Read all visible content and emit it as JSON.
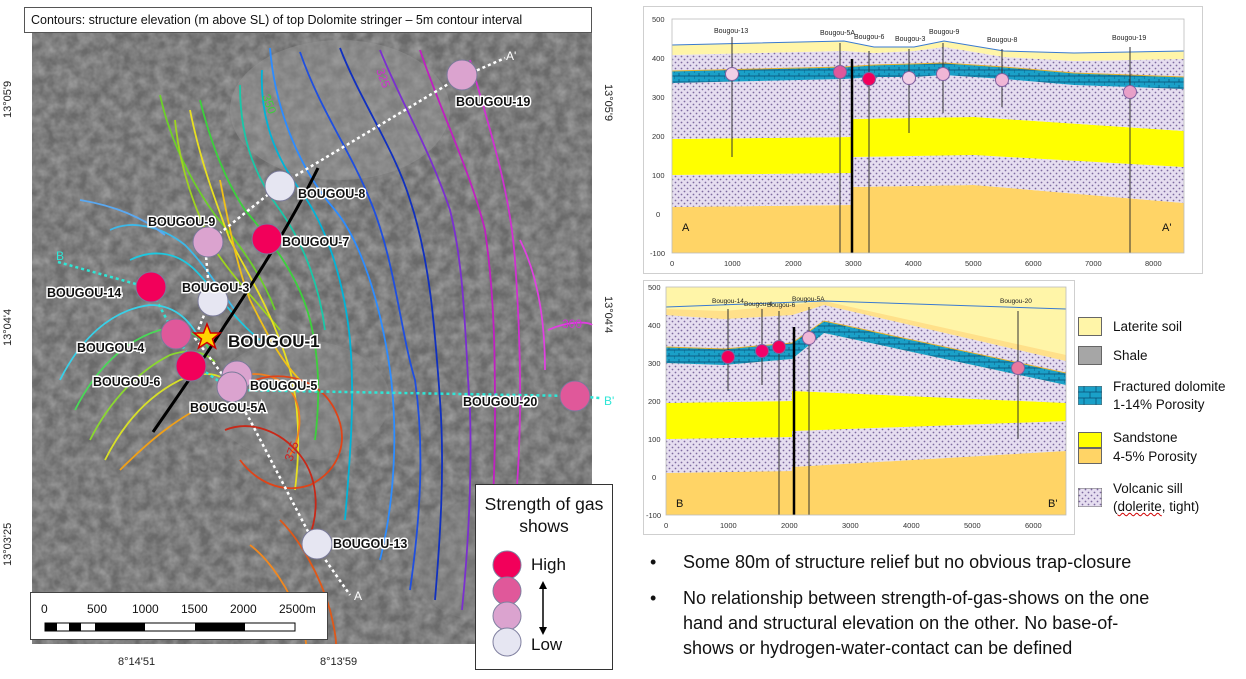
{
  "map": {
    "title": "Contours: structure elevation (m above SL) of top Dolomite stringer – 5m contour interval",
    "lat_labels_left": [
      "13°05'9",
      "13°04'4",
      "13°03'25"
    ],
    "lat_labels_right": [
      "13°05'9",
      "13°04'4"
    ],
    "lon_labels": [
      "8°14'51",
      "8°13'59"
    ],
    "contour_labels": [
      "325",
      "350",
      "300",
      "375"
    ],
    "section_markers": [
      "A'",
      "B",
      "B'",
      "A"
    ],
    "main_well": "BOUGOU-1",
    "wells": [
      {
        "name": "BOUGOU-19",
        "strength": "medium-low"
      },
      {
        "name": "BOUGOU-8",
        "strength": "low"
      },
      {
        "name": "BOUGOU-9",
        "strength": "medium-low"
      },
      {
        "name": "BOUGOU-7",
        "strength": "high"
      },
      {
        "name": "BOUGOU-14",
        "strength": "high"
      },
      {
        "name": "BOUGOU-3",
        "strength": "low"
      },
      {
        "name": "BOUGOU-4",
        "strength": "medium-high"
      },
      {
        "name": "BOUGOU-6",
        "strength": "high"
      },
      {
        "name": "BOUGOU-5",
        "strength": "medium-low"
      },
      {
        "name": "BOUGOU-5A",
        "strength": "medium-low"
      },
      {
        "name": "BOUGOU-20",
        "strength": "medium-high"
      },
      {
        "name": "BOUGOU-13",
        "strength": "low"
      }
    ],
    "scale": {
      "ticks": [
        "0",
        "500",
        "1000",
        "1500",
        "2000",
        "2500m"
      ]
    },
    "legend": {
      "title": "Strength of gas shows",
      "high": "High",
      "low": "Low"
    }
  },
  "section_aa": {
    "y_ticks": [
      "500",
      "400",
      "300",
      "200",
      "100",
      "0",
      "-100"
    ],
    "x_ticks": [
      "0",
      "1000",
      "2000",
      "3000",
      "4000",
      "5000",
      "6000",
      "7000",
      "8000"
    ],
    "wells": [
      "Bougou-13",
      "Bougou-5A",
      "Bougou-6",
      "Bougou-3",
      "Bougou-9",
      "Bougou-8",
      "Bougou-19"
    ],
    "end_left": "A",
    "end_right": "A'"
  },
  "section_bb": {
    "y_ticks": [
      "500",
      "400",
      "300",
      "200",
      "100",
      "0",
      "-100"
    ],
    "x_ticks": [
      "0",
      "1000",
      "2000",
      "3000",
      "4000",
      "5000",
      "6000"
    ],
    "wells": [
      "Bougou-14",
      "Bougou-4",
      "Bougou-6",
      "Bougou-5A",
      "Bougou-20"
    ],
    "end_left": "B",
    "end_right": "B'"
  },
  "rock_legend": [
    {
      "line1": "Laterite soil",
      "line2": "",
      "color": "#fff5a8"
    },
    {
      "line1": "Shale",
      "line2": "",
      "color": "#a6a6a6"
    },
    {
      "line1": "Fractured dolomite",
      "line2": "1-14% Porosity",
      "color": "#1aa0c8"
    },
    {
      "line1": "Sandstone",
      "line2": "4-5% Porosity",
      "color": "#ffff00"
    },
    {
      "line1": "Volcanic sill",
      "line2_a": "(",
      "line2_b": "dolerite",
      "line2_c": ", tight)",
      "color": "#e4dcec"
    }
  ],
  "bullets": [
    {
      "line1": "Some 80m of structure relief but no obvious trap-closure"
    },
    {
      "line1": "No relationship between strength-of-gas-shows on the one",
      "line2": "hand and structural elevation on the other. No base-of-",
      "line3": "shows or hydrogen-water-contact can be defined"
    }
  ],
  "colors": {
    "high": "#f2005a",
    "med_high": "#e0589a",
    "med_low": "#dba3cf",
    "low": "#e6e6f2",
    "fault": "#000000",
    "section_line": "#ffffff",
    "section_line_b": "#2ee6d6"
  }
}
